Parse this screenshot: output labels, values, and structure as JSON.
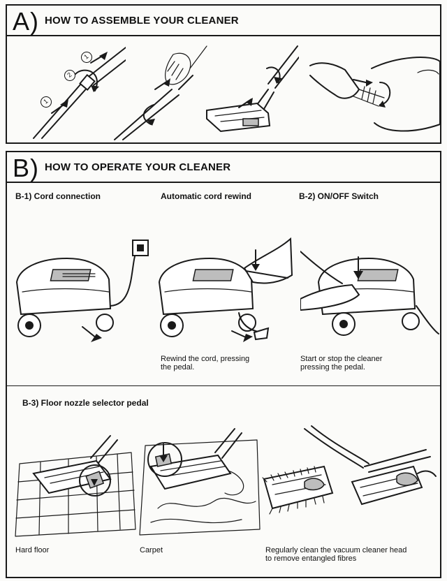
{
  "section_a": {
    "letter": "A",
    "title": "HOW TO ASSEMBLE YOUR CLEANER",
    "step_markers": [
      "1",
      "2",
      "1"
    ]
  },
  "section_b": {
    "letter": "B",
    "title": "HOW TO OPERATE YOUR CLEANER",
    "b1_title": "B-1) Cord connection",
    "rewind_title": "Automatic cord rewind",
    "b2_title": "B-2) ON/OFF Switch",
    "rewind_caption": "Rewind the cord, pressing\nthe pedal.",
    "switch_caption": "Start or stop the cleaner\npressing the pedal.",
    "b3_title": "B-3) Floor nozzle selector pedal",
    "hard_floor_caption": "Hard floor",
    "carpet_caption": "Carpet",
    "clean_caption": "Regularly clean the vacuum cleaner head\nto remove entangled fibres"
  }
}
